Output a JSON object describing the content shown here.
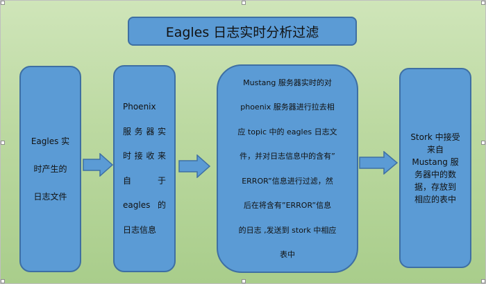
{
  "title": "Eagles 日志实时分析过滤",
  "boxes": {
    "source": [
      "Eagles 实",
      "时产生的",
      "日志文件"
    ],
    "phoenix": [
      "Phoenix",
      "服 务 器 实",
      "时 接 收 来",
      "自      于",
      "eagles 的",
      "日志信息"
    ],
    "mustang": [
      "Mustang 服务器实时的对",
      "phoenix 服务器进行拉去相",
      "应 topic 中的 eagles 日志文",
      "件，并对日志信息中的含有”",
      "ERROR”信息进行过滤，然",
      "后在将含有”ERROR”信息",
      "的日志 ,发送到 stork 中相应",
      "表中"
    ],
    "stork": [
      "Stork 中接受",
      "来自",
      "Mustang 服",
      "务器中的数",
      "据，存放到",
      "相应的表中"
    ]
  },
  "colors": {
    "box_fill": "#5b9bd5",
    "box_border": "#3e6fa3",
    "background": "#bcd9a1"
  }
}
